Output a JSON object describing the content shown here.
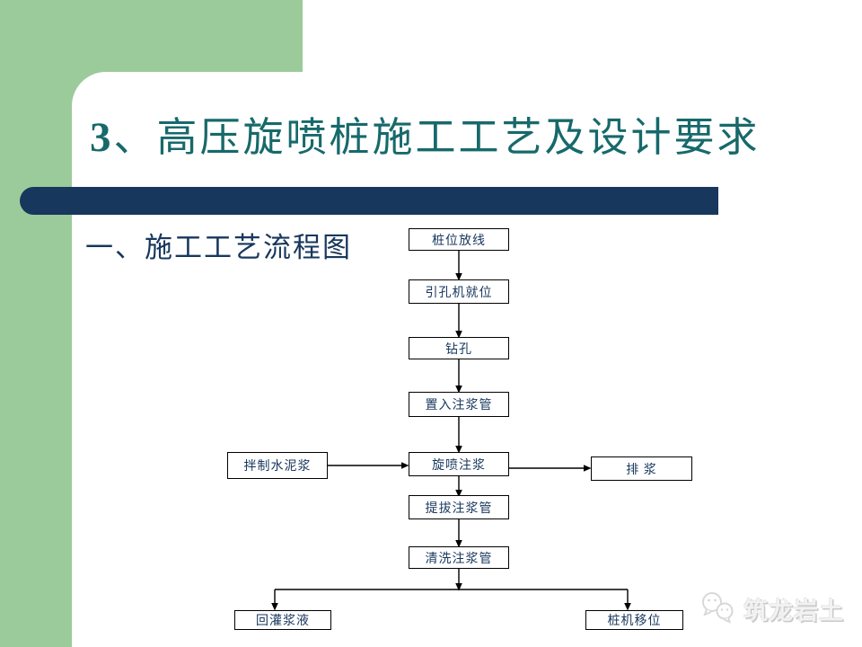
{
  "slide": {
    "title": {
      "number": "3",
      "separator": "、",
      "text": "高压旋喷桩施工工艺及设计要求"
    },
    "subtitle": "一、施工工艺流程图"
  },
  "flowchart": {
    "main_steps": [
      "桩位放线",
      "引孔机就位",
      "钻孔",
      "置入注浆管",
      "旋喷注浆",
      "提拔注浆管",
      "清洗注浆管"
    ],
    "left_branch": "拌制水泥浆",
    "right_branch": "排  浆",
    "bottom_left": "回灌浆液",
    "bottom_right": "桩机移位"
  },
  "watermark": {
    "label": "筑龙岩土",
    "icon": "chat-bubbles-icon"
  },
  "colors": {
    "accent_green": "#9BCB9B",
    "bar_navy": "#17375D",
    "title_teal": "#17696B",
    "text_navy": "#17375D",
    "line_black": "#000000"
  }
}
